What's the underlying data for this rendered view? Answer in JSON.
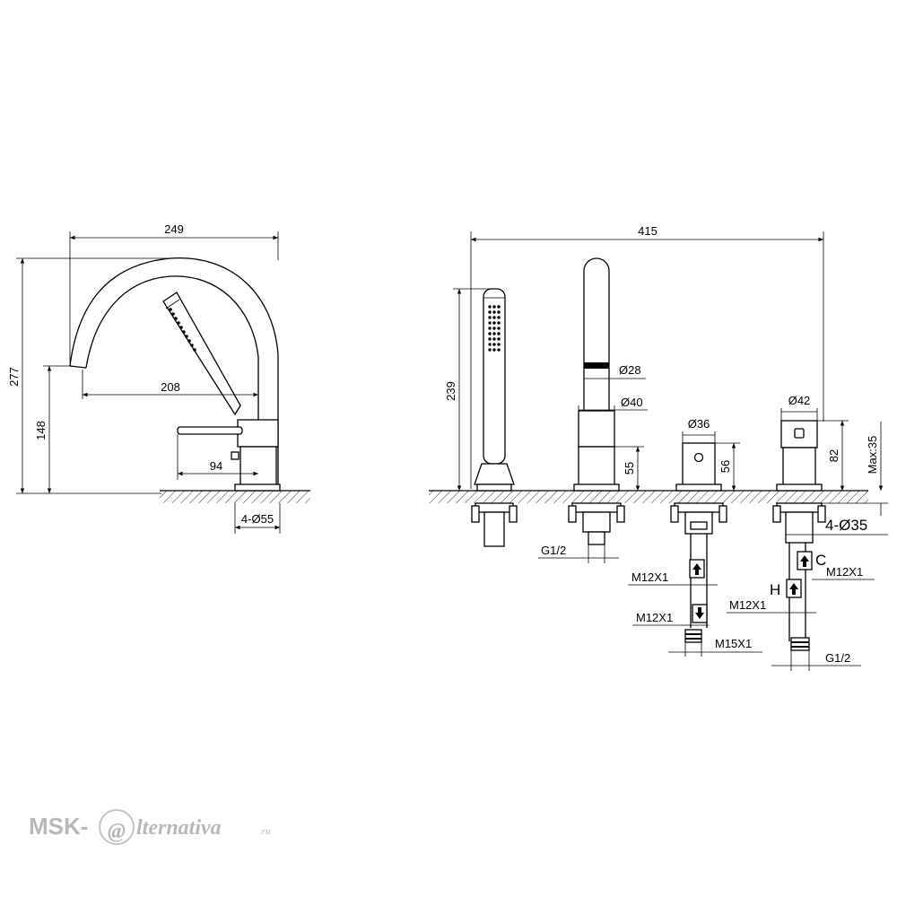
{
  "left_view": {
    "dims": {
      "width_249": "249",
      "height_277": "277",
      "height_148": "148",
      "reach_208": "208",
      "lever_94": "94",
      "hole_dia": "4-Ø55"
    }
  },
  "right_view": {
    "dims": {
      "width_415": "415",
      "hand_shower_239": "239",
      "dia_28": "Ø28",
      "dia_40": "Ø40",
      "dia_36": "Ø36",
      "dia_42": "Ø42",
      "height_55": "55",
      "height_56": "56",
      "height_82": "82",
      "max_35": "Max:35",
      "hole_dia": "4-Ø35",
      "g12_left": "G1/2",
      "g12_right": "G1/2",
      "m12_a": "M12X1",
      "m12_b": "M12X1",
      "m12_c": "M12X1",
      "m12_d": "M12X1",
      "m15": "M15X1",
      "label_c": "C",
      "label_h": "H"
    }
  },
  "logo": {
    "prefix": "MSK-",
    "script": "lternativa",
    "suffix": ".ru"
  }
}
